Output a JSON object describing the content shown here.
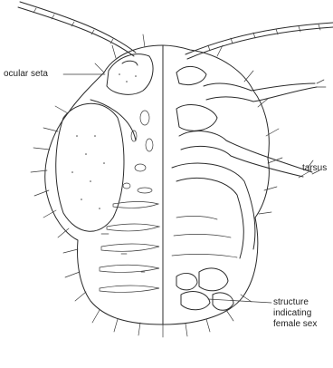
{
  "labels": {
    "ocular_seta": "ocular seta",
    "tarsus": "tarsus",
    "structure_line1": "structure",
    "structure_line2": "indicating",
    "structure_line3": "female sex"
  },
  "colors": {
    "ink": "#2b2b2b",
    "background": "#ffffff"
  }
}
